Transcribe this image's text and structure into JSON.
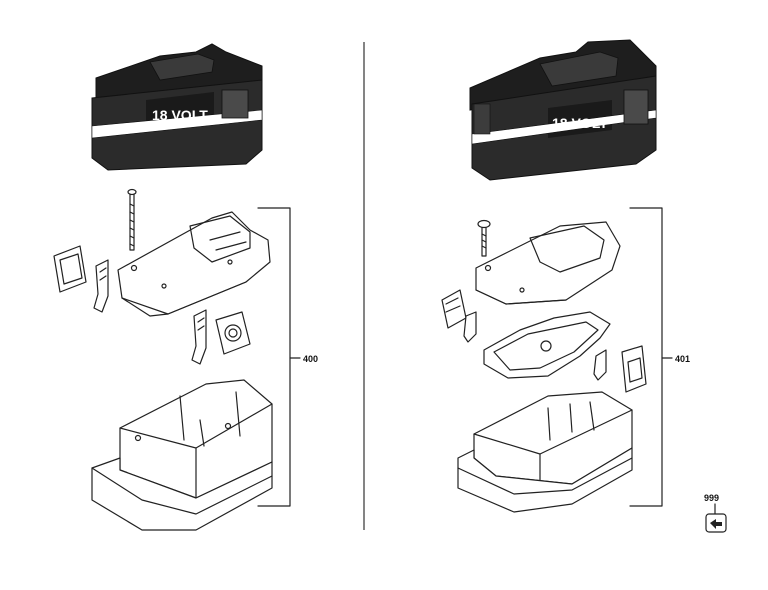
{
  "left_assembly": {
    "battery_label": "18 VOLT",
    "callout": "400"
  },
  "right_assembly": {
    "battery_label": "18 VOLT",
    "callout": "401"
  },
  "accessory": {
    "callout": "999"
  },
  "colors": {
    "ink": "#222222",
    "battery_body": "#2b2b2b",
    "battery_stripe": "#ffffff"
  }
}
